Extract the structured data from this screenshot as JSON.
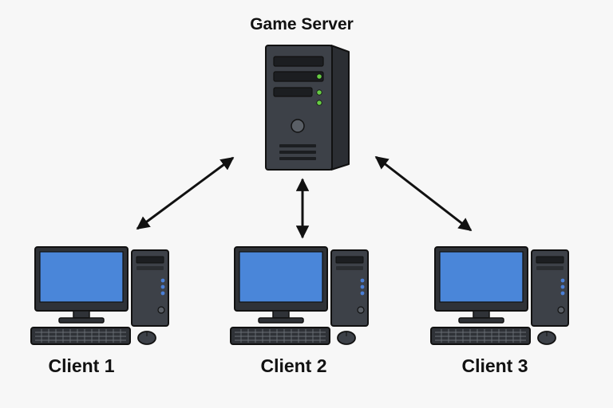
{
  "server": {
    "title": "Game Server"
  },
  "clients": [
    {
      "label": "Client 1"
    },
    {
      "label": "Client 2"
    },
    {
      "label": "Client 3"
    }
  ],
  "colors": {
    "background": "#f7f7f7",
    "case": "#3d4148",
    "case_dark": "#2b2e33",
    "screen": "#4a86d9",
    "led": "#66cc44",
    "client_led": "#4a7fd8",
    "arrow": "#111111"
  },
  "icons": [
    "server-icon",
    "desktop-computer-icon",
    "bidirectional-arrow"
  ]
}
